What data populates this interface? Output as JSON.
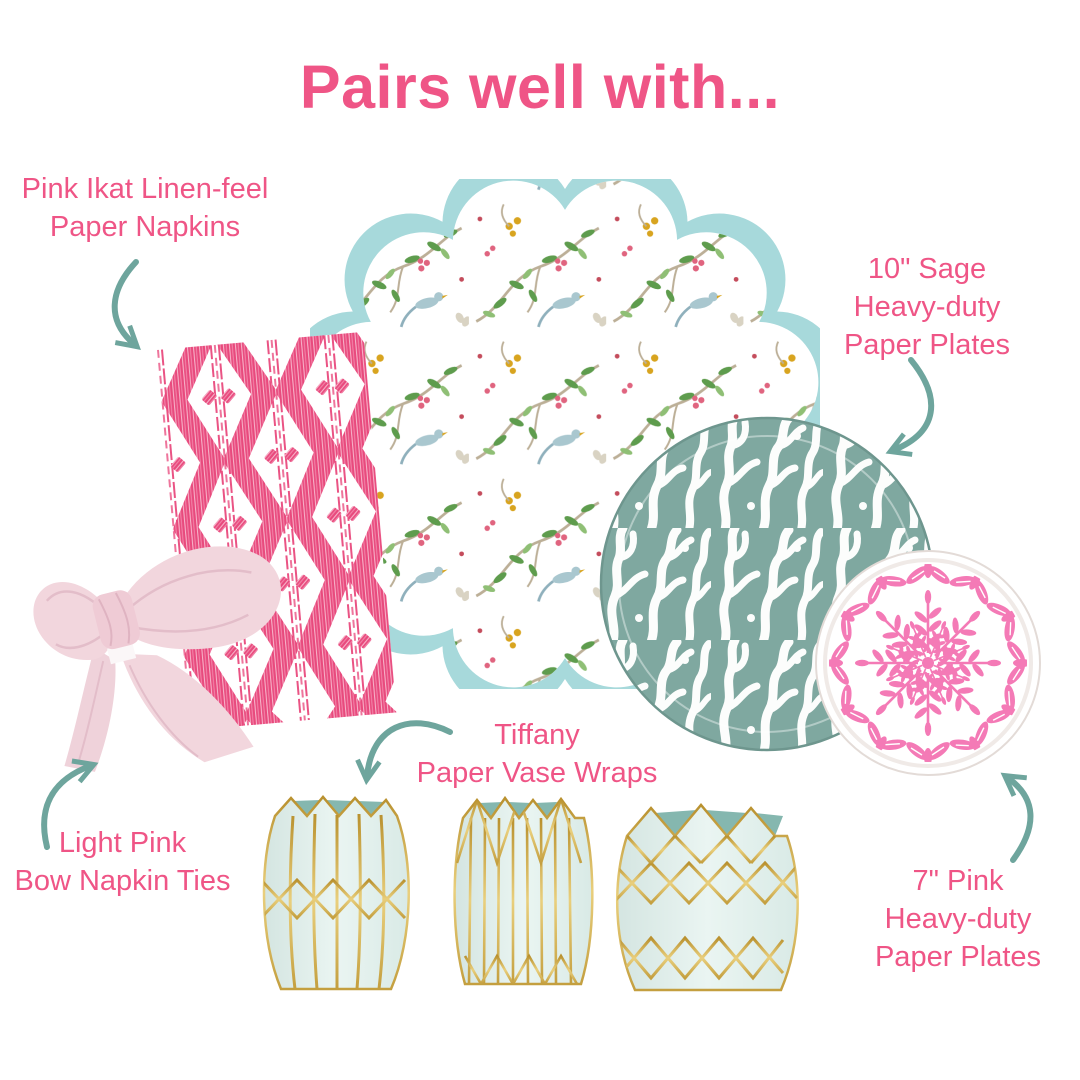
{
  "title": {
    "text": "Pairs well with...",
    "color": "#EF5586"
  },
  "labels": {
    "napkins": {
      "lines": [
        "Pink Ikat Linen-feel",
        "Paper Napkins"
      ]
    },
    "sage_plates": {
      "lines": [
        "10\" Sage",
        "Heavy-duty",
        "Paper Plates"
      ]
    },
    "vase_wraps": {
      "lines": [
        "Tiffany",
        "Paper Vase Wraps"
      ]
    },
    "bow_ties": {
      "lines": [
        "Light Pink",
        "Bow Napkin Ties"
      ]
    },
    "pink_plates": {
      "lines": [
        "7\" Pink",
        "Heavy-duty",
        "Paper Plates"
      ]
    }
  },
  "palette": {
    "title_pink": "#EF5586",
    "arrow_teal": "#6EA59D",
    "ikat_pink": "#E84A7D",
    "scallop_aqua": "#A7D9DB",
    "sage_green": "#7FA8A0",
    "plate_pink": "#F47AB6",
    "bow_pink": "#F2D6DD",
    "vase_blue": "#DFECE8",
    "vase_gold": "#CDA649",
    "vase_inner_teal": "#85B7AF"
  }
}
